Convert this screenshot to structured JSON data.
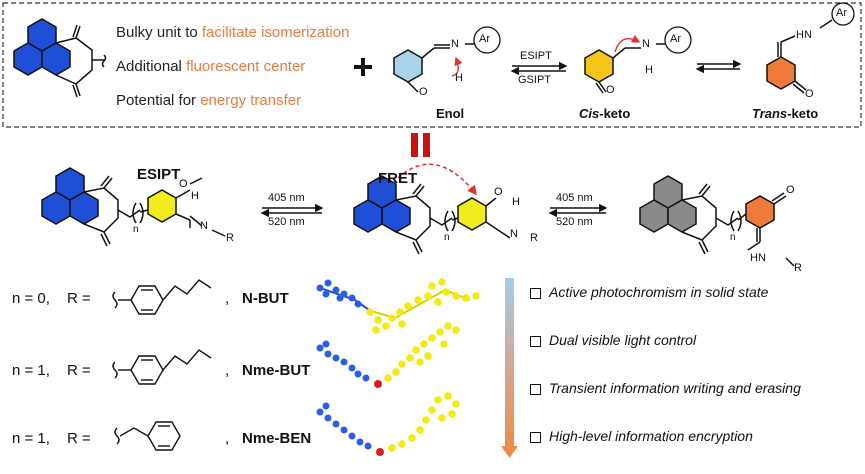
{
  "top_features": [
    {
      "plain": "Bulky unit to ",
      "highlight": "facilitate isomerization"
    },
    {
      "plain": "Additional ",
      "highlight": "fluorescent center"
    },
    {
      "plain": "Potential for ",
      "highlight": "energy transfer"
    }
  ],
  "top_scheme": {
    "plus": "+",
    "ar": "Ar",
    "enol": "Enol",
    "esipt": "ESIPT",
    "gsipt": "GSIPT",
    "cis_italic": "Cis",
    "cis_rest": "-keto",
    "trans_italic": "Trans",
    "trans_rest": "-keto",
    "atom_N": "N",
    "atom_O": "O",
    "atom_H": "H",
    "atom_HN": "HN"
  },
  "middle_scheme": {
    "esipt": "ESIPT",
    "fret": "FRET",
    "arrow1_top": "405 nm",
    "arrow1_bottom": "520 nm",
    "arrow2_top": "405 nm",
    "arrow2_bottom": "520 nm",
    "atom_O": "O",
    "atom_N": "N",
    "atom_H": "H",
    "atom_HN": "HN",
    "sub_n": "n",
    "atom_R": "R"
  },
  "compounds": [
    {
      "n_label": "n = 0,",
      "r_label": "R =",
      "comma": ",",
      "name": "N-BUT"
    },
    {
      "n_label": "n = 1,",
      "r_label": "R =",
      "comma": ",",
      "name": "Nme-BUT"
    },
    {
      "n_label": "n = 1,",
      "r_label": "R =",
      "comma": ",",
      "name": "Nme-BEN"
    }
  ],
  "properties": [
    "Active photochromism in solid state",
    "Dual visible light control",
    "Transient information writing and erasing",
    "High-level information encryption"
  ],
  "colors": {
    "naphthalimide_blue": "#1f4fd6",
    "salicyl_yellow": "#f2ec1e",
    "cis_yellow": "#f5c51a",
    "trans_orange": "#f07a3a",
    "gray_ring": "#8a8a8a",
    "highlight_text": "#e87a3e",
    "equals_red": "#cc1111",
    "fret_arrow": "#e03030",
    "gradient_top": "#a9cbe6",
    "gradient_bottom": "#f08a4a"
  }
}
